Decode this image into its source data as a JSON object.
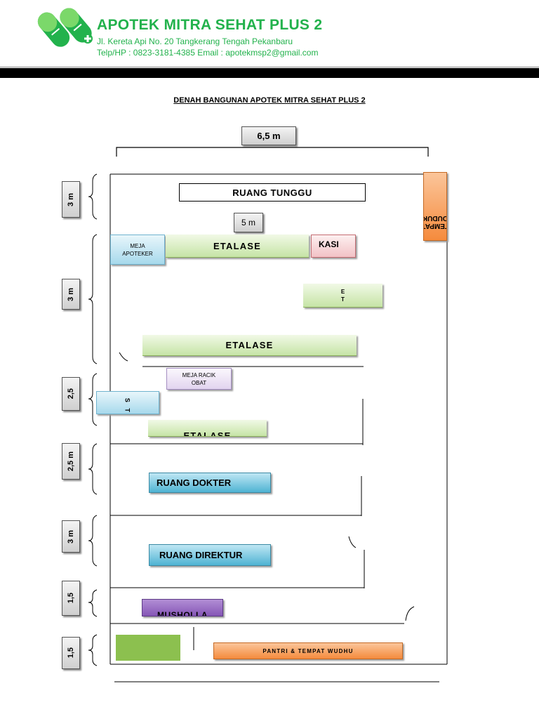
{
  "header": {
    "title": "APOTEK MITRA SEHAT PLUS 2",
    "address": "Jl. Kereta Api No. 20 Tangkerang Tengah Pekanbaru",
    "contact": "Telp/HP : 0823-3181-4385  Email : apotekmsp2@gmail.com",
    "brand_color": "#22b24c"
  },
  "plan": {
    "title": "DENAH BANGUNAN APOTEK MITRA SEHAT PLUS 2",
    "width_dim": "6,5 m",
    "inner_dim": "5 m",
    "left_dims": [
      "3 m",
      "3 m",
      "2,5",
      "2,5 m",
      "3 m",
      "1,5",
      "1,5"
    ],
    "rooms": {
      "ruang_tunggu": "RUANG TUNGGU",
      "tempat_duduk": "TEMPAT DUDUK",
      "meja_apoteker": "MEJA APOTEKER",
      "etalase_1": "ETALASE",
      "kasir": "KASI",
      "etalase_side": "E T",
      "etalase_2": "ETALASE",
      "meja_racik": "MEJA RACIK OBAT",
      "westafel": "W E S T A -",
      "etalase_3": "ETALASE",
      "ruang_dokter": "RUANG DOKTER",
      "ruang_direktur": "RUANG DIREKTUR",
      "musholla": "MUSHOLLA",
      "pantri": "PANTRI & TEMPAT WUDHU"
    }
  }
}
